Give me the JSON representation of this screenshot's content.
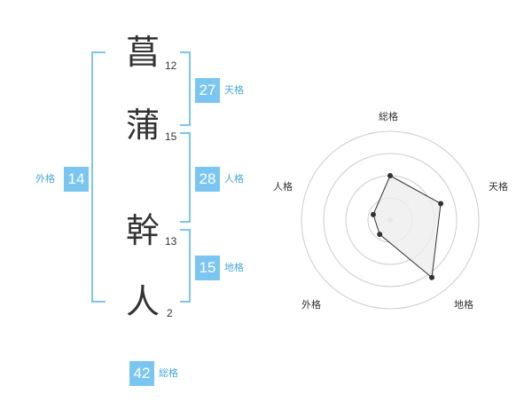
{
  "name": {
    "chars": [
      {
        "char": "菖",
        "strokes": "12"
      },
      {
        "char": "蒲",
        "strokes": "15"
      },
      {
        "char": "幹",
        "strokes": "13"
      },
      {
        "char": "人",
        "strokes": "2"
      }
    ]
  },
  "kaku": {
    "tenkaku": {
      "value": "27",
      "label": "天格"
    },
    "jinkaku": {
      "value": "28",
      "label": "人格"
    },
    "chikaku": {
      "value": "15",
      "label": "地格"
    },
    "gaikaku": {
      "value": "14",
      "label": "外格"
    },
    "soukaku": {
      "value": "42",
      "label": "総格"
    }
  },
  "radar": {
    "axis_labels": {
      "top": "総格",
      "right": "天格",
      "bottom_right": "地格",
      "bottom_left": "外格",
      "left": "人格"
    },
    "levels": 4
  },
  "chart_data": {
    "type": "radar",
    "axes": [
      "総格",
      "天格",
      "地格",
      "外格",
      "人格"
    ],
    "values": [
      2.5,
      3.0,
      4.0,
      1.0,
      1.0
    ],
    "max": 5
  },
  "colors": {
    "accent": "#7ac6f0",
    "accent_text": "#4aa8dd",
    "grid": "#cccccc",
    "fill": "#eeeeee"
  }
}
